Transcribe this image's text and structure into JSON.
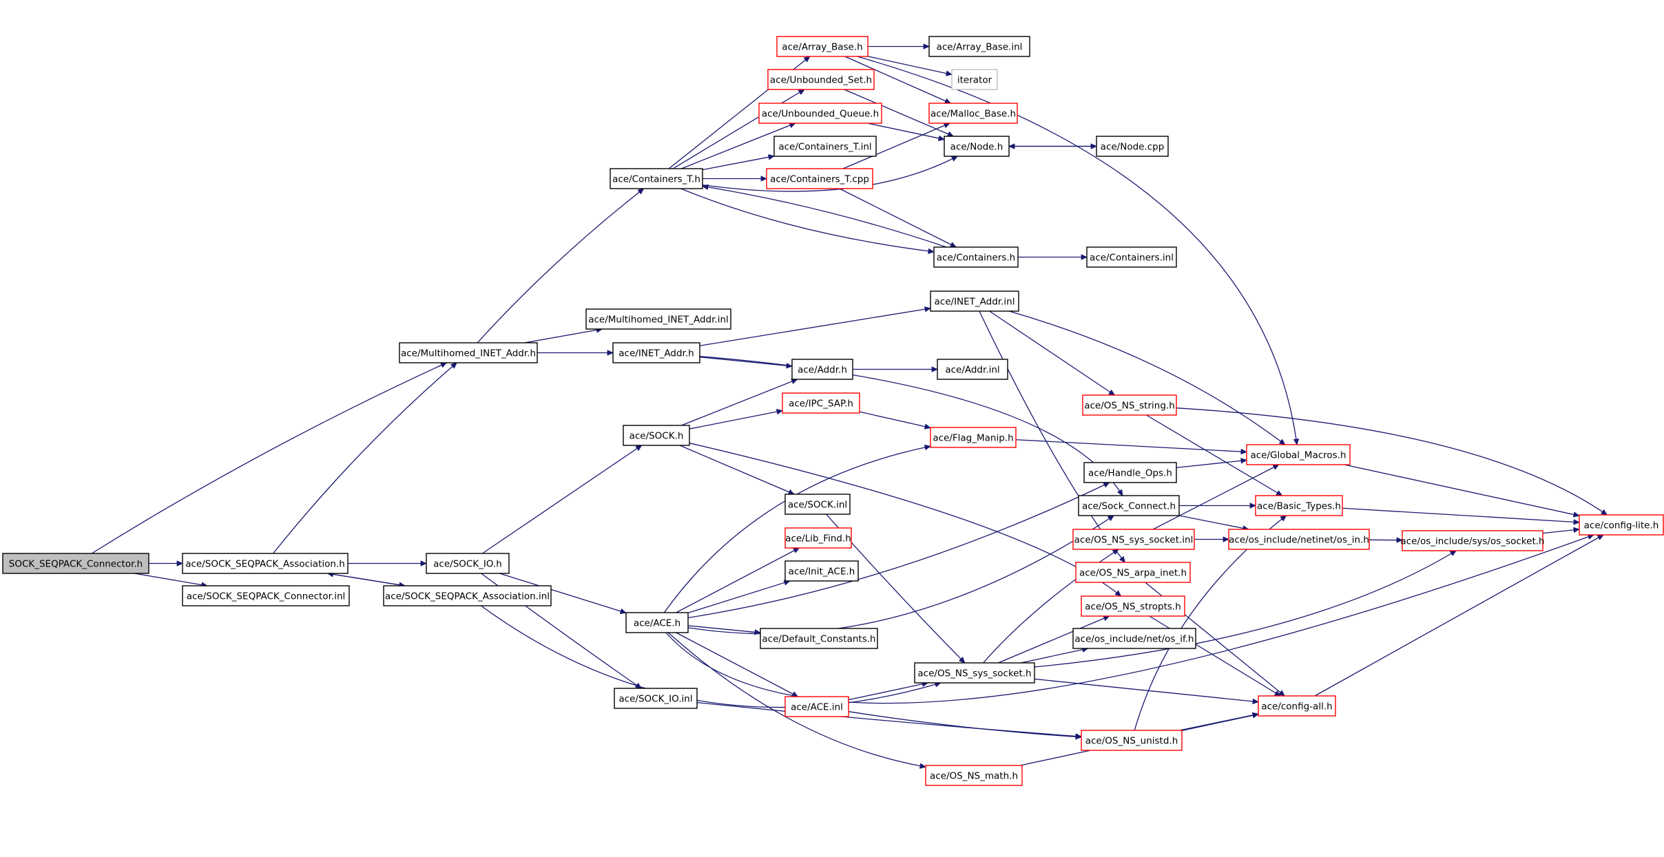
{
  "colors": {
    "edge": "#191970",
    "node_border_normal": "#000000",
    "node_border_undocumented": "#ff0000",
    "node_border_external": "#bfbfbf",
    "root_fill": "#bfbfbf"
  },
  "nodes": [
    {
      "id": "root",
      "label": "SOCK_SEQPACK_Connector.h",
      "style": "root"
    },
    {
      "id": "assoc_h",
      "label": "ace/SOCK_SEQPACK_Association.h",
      "style": "normal"
    },
    {
      "id": "conn_inl",
      "label": "ace/SOCK_SEQPACK_Connector.inl",
      "style": "normal"
    },
    {
      "id": "assoc_inl",
      "label": "ace/SOCK_SEQPACK_Association.inl",
      "style": "normal"
    },
    {
      "id": "mh_h",
      "label": "ace/Multihomed_INET_Addr.h",
      "style": "normal"
    },
    {
      "id": "mh_inl",
      "label": "ace/Multihomed_INET_Addr.inl",
      "style": "normal"
    },
    {
      "id": "inet_h",
      "label": "ace/INET_Addr.h",
      "style": "normal"
    },
    {
      "id": "inet_inl",
      "label": "ace/INET_Addr.inl",
      "style": "normal"
    },
    {
      "id": "sockio_h",
      "label": "ace/SOCK_IO.h",
      "style": "normal"
    },
    {
      "id": "sockio_inl",
      "label": "ace/SOCK_IO.inl",
      "style": "normal"
    },
    {
      "id": "sock_h",
      "label": "ace/SOCK.h",
      "style": "normal"
    },
    {
      "id": "sock_inl",
      "label": "ace/SOCK.inl",
      "style": "normal"
    },
    {
      "id": "addr_h",
      "label": "ace/Addr.h",
      "style": "normal"
    },
    {
      "id": "addr_inl",
      "label": "ace/Addr.inl",
      "style": "normal"
    },
    {
      "id": "ipcsap_h",
      "label": "ace/IPC_SAP.h",
      "style": "red"
    },
    {
      "id": "flag_h",
      "label": "ace/Flag_Manip.h",
      "style": "red"
    },
    {
      "id": "ace_h",
      "label": "ace/ACE.h",
      "style": "normal"
    },
    {
      "id": "ace_inl",
      "label": "ace/ACE.inl",
      "style": "red"
    },
    {
      "id": "libfind_h",
      "label": "ace/Lib_Find.h",
      "style": "red"
    },
    {
      "id": "initace_h",
      "label": "ace/Init_ACE.h",
      "style": "normal"
    },
    {
      "id": "defconst_h",
      "label": "ace/Default_Constants.h",
      "style": "normal"
    },
    {
      "id": "ct_h",
      "label": "ace/Containers_T.h",
      "style": "normal"
    },
    {
      "id": "arraybase_h",
      "label": "ace/Array_Base.h",
      "style": "red"
    },
    {
      "id": "arraybase_inl",
      "label": "ace/Array_Base.inl",
      "style": "normal"
    },
    {
      "id": "iterator",
      "label": "iterator",
      "style": "gray"
    },
    {
      "id": "uset_h",
      "label": "ace/Unbounded_Set.h",
      "style": "red"
    },
    {
      "id": "mallocbase_h",
      "label": "ace/Malloc_Base.h",
      "style": "red"
    },
    {
      "id": "uqueue_h",
      "label": "ace/Unbounded_Queue.h",
      "style": "red"
    },
    {
      "id": "node_h",
      "label": "ace/Node.h",
      "style": "normal"
    },
    {
      "id": "node_cpp",
      "label": "ace/Node.cpp",
      "style": "normal"
    },
    {
      "id": "ct_inl",
      "label": "ace/Containers_T.inl",
      "style": "normal"
    },
    {
      "id": "ct_cpp",
      "label": "ace/Containers_T.cpp",
      "style": "red"
    },
    {
      "id": "cont_h",
      "label": "ace/Containers.h",
      "style": "normal"
    },
    {
      "id": "cont_inl",
      "label": "ace/Containers.inl",
      "style": "normal"
    },
    {
      "id": "nsstring_h",
      "label": "ace/OS_NS_string.h",
      "style": "red"
    },
    {
      "id": "globalmacros_h",
      "label": "ace/Global_Macros.h",
      "style": "red"
    },
    {
      "id": "handleops_h",
      "label": "ace/Handle_Ops.h",
      "style": "normal"
    },
    {
      "id": "sockconnect_h",
      "label": "ace/Sock_Connect.h",
      "style": "normal"
    },
    {
      "id": "basictypes_h",
      "label": "ace/Basic_Types.h",
      "style": "red"
    },
    {
      "id": "configlite_h",
      "label": "ace/config-lite.h",
      "style": "red"
    },
    {
      "id": "nssyssock_inl",
      "label": "ace/OS_NS_sys_socket.inl",
      "style": "red"
    },
    {
      "id": "osin_h",
      "label": "ace/os_include/netinet/os_in.h",
      "style": "red"
    },
    {
      "id": "ossocket_h",
      "label": "ace/os_include/sys/os_socket.h",
      "style": "red"
    },
    {
      "id": "arpainet_h",
      "label": "ace/OS_NS_arpa_inet.h",
      "style": "red"
    },
    {
      "id": "stropts_h",
      "label": "ace/OS_NS_stropts.h",
      "style": "red"
    },
    {
      "id": "osif_h",
      "label": "ace/os_include/net/os_if.h",
      "style": "normal"
    },
    {
      "id": "nssyssock_h",
      "label": "ace/OS_NS_sys_socket.h",
      "style": "normal"
    },
    {
      "id": "configall_h",
      "label": "ace/config-all.h",
      "style": "red"
    },
    {
      "id": "unistd_h",
      "label": "ace/OS_NS_unistd.h",
      "style": "red"
    },
    {
      "id": "math_h",
      "label": "ace/OS_NS_math.h",
      "style": "red"
    }
  ],
  "edges": [
    [
      "root",
      "assoc_h"
    ],
    [
      "root",
      "conn_inl"
    ],
    [
      "root",
      "mh_h"
    ],
    [
      "assoc_h",
      "sockio_h"
    ],
    [
      "assoc_h",
      "assoc_inl"
    ],
    [
      "assoc_h",
      "mh_h"
    ],
    [
      "assoc_inl",
      "assoc_h"
    ],
    [
      "assoc_inl",
      "nssyssock_h"
    ],
    [
      "mh_h",
      "ct_h"
    ],
    [
      "mh_h",
      "mh_inl"
    ],
    [
      "mh_h",
      "inet_h"
    ],
    [
      "inet_h",
      "inet_inl"
    ],
    [
      "inet_h",
      "addr_h"
    ],
    [
      "inet_h",
      "sockconnect_h"
    ],
    [
      "inet_inl",
      "nsstring_h"
    ],
    [
      "inet_inl",
      "globalmacros_h"
    ],
    [
      "inet_inl",
      "arpainet_h"
    ],
    [
      "sockio_h",
      "sock_h"
    ],
    [
      "sockio_h",
      "sockio_inl"
    ],
    [
      "sockio_h",
      "ace_h"
    ],
    [
      "sockio_inl",
      "unistd_h"
    ],
    [
      "sock_h",
      "addr_h"
    ],
    [
      "sock_h",
      "ipcsap_h"
    ],
    [
      "sock_h",
      "sock_inl"
    ],
    [
      "sock_h",
      "stropts_h"
    ],
    [
      "addr_h",
      "addr_inl"
    ],
    [
      "ipcsap_h",
      "flag_h"
    ],
    [
      "flag_h",
      "globalmacros_h"
    ],
    [
      "sock_inl",
      "nssyssock_h"
    ],
    [
      "ace_h",
      "flag_h"
    ],
    [
      "ace_h",
      "libfind_h"
    ],
    [
      "ace_h",
      "initace_h"
    ],
    [
      "ace_h",
      "defconst_h"
    ],
    [
      "ace_h",
      "handleops_h"
    ],
    [
      "ace_h",
      "sockconnect_h"
    ],
    [
      "ace_h",
      "ace_inl"
    ],
    [
      "ace_h",
      "math_h"
    ],
    [
      "ace_h",
      "configlite_h"
    ],
    [
      "ace_inl",
      "nssyssock_h"
    ],
    [
      "ace_inl",
      "unistd_h"
    ],
    [
      "ct_h",
      "arraybase_h"
    ],
    [
      "ct_h",
      "uset_h"
    ],
    [
      "ct_h",
      "uqueue_h"
    ],
    [
      "ct_h",
      "ct_inl"
    ],
    [
      "ct_h",
      "ct_cpp"
    ],
    [
      "ct_h",
      "node_h"
    ],
    [
      "ct_h",
      "cont_h"
    ],
    [
      "arraybase_h",
      "arraybase_inl"
    ],
    [
      "arraybase_h",
      "iterator"
    ],
    [
      "arraybase_h",
      "mallocbase_h"
    ],
    [
      "arraybase_h",
      "globalmacros_h"
    ],
    [
      "uset_h",
      "node_h"
    ],
    [
      "uqueue_h",
      "node_h"
    ],
    [
      "node_h",
      "node_cpp"
    ],
    [
      "node_cpp",
      "node_h"
    ],
    [
      "ct_cpp",
      "mallocbase_h"
    ],
    [
      "ct_cpp",
      "cont_h"
    ],
    [
      "cont_h",
      "ct_h"
    ],
    [
      "cont_h",
      "cont_inl"
    ],
    [
      "nsstring_h",
      "basictypes_h"
    ],
    [
      "nsstring_h",
      "configlite_h"
    ],
    [
      "globalmacros_h",
      "configlite_h"
    ],
    [
      "handleops_h",
      "globalmacros_h"
    ],
    [
      "sockconnect_h",
      "basictypes_h"
    ],
    [
      "sockconnect_h",
      "osin_h"
    ],
    [
      "basictypes_h",
      "configlite_h"
    ],
    [
      "nssyssock_inl",
      "osin_h"
    ],
    [
      "nssyssock_inl",
      "globalmacros_h"
    ],
    [
      "osin_h",
      "ossocket_h"
    ],
    [
      "ossocket_h",
      "configlite_h"
    ],
    [
      "arpainet_h",
      "configall_h"
    ],
    [
      "stropts_h",
      "configall_h"
    ],
    [
      "nssyssock_h",
      "nssyssock_inl"
    ],
    [
      "nssyssock_h",
      "stropts_h"
    ],
    [
      "nssyssock_h",
      "osif_h"
    ],
    [
      "nssyssock_h",
      "ossocket_h"
    ],
    [
      "nssyssock_h",
      "configall_h"
    ],
    [
      "configall_h",
      "configlite_h"
    ],
    [
      "unistd_h",
      "configall_h"
    ],
    [
      "unistd_h",
      "basictypes_h"
    ],
    [
      "math_h",
      "configall_h"
    ]
  ]
}
